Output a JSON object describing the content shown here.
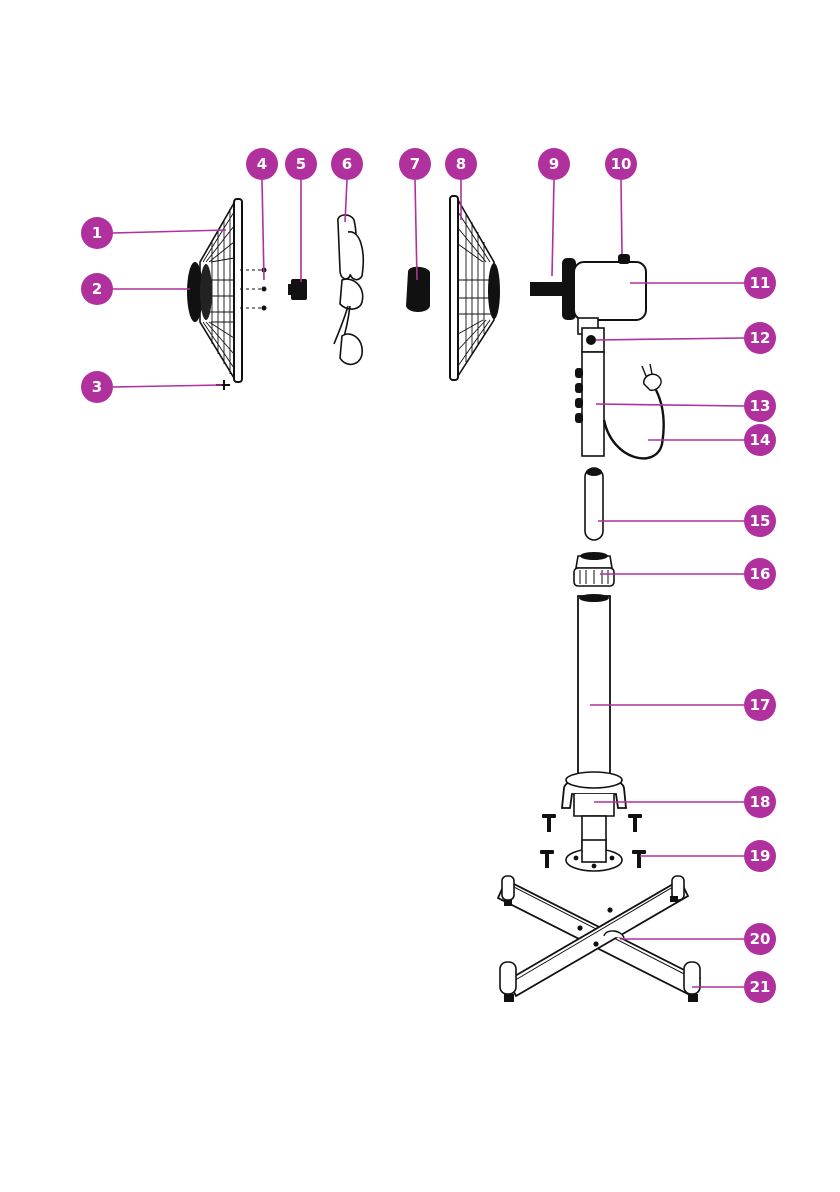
{
  "diagram": {
    "accent_color": "#b0309d",
    "parts": [
      {
        "number": "1"
      },
      {
        "number": "2"
      },
      {
        "number": "3"
      },
      {
        "number": "4"
      },
      {
        "number": "5"
      },
      {
        "number": "6"
      },
      {
        "number": "7"
      },
      {
        "number": "8"
      },
      {
        "number": "9"
      },
      {
        "number": "10"
      },
      {
        "number": "11"
      },
      {
        "number": "12"
      },
      {
        "number": "13"
      },
      {
        "number": "14"
      },
      {
        "number": "15"
      },
      {
        "number": "16"
      },
      {
        "number": "17"
      },
      {
        "number": "18"
      },
      {
        "number": "19"
      },
      {
        "number": "20"
      },
      {
        "number": "21"
      }
    ]
  }
}
